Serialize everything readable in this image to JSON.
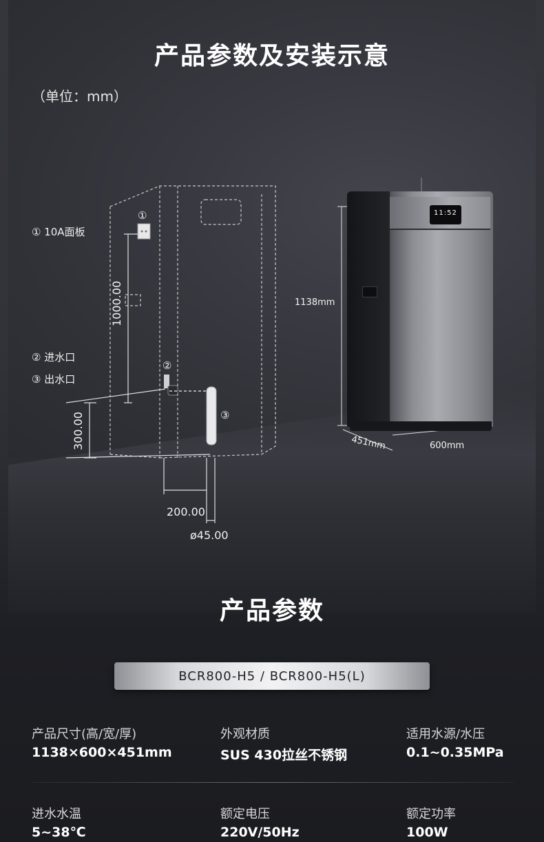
{
  "header": {
    "title": "产品参数及安装示意",
    "unit_note": "（单位：mm）"
  },
  "diagram": {
    "labels": {
      "panel": "① 10A面板",
      "inlet": "② 进水口",
      "outlet": "③ 出水口",
      "marker_1": "①",
      "marker_2": "②",
      "marker_3": "③"
    },
    "dimensions": {
      "height_1000": "1000.00",
      "height_300": "300.00",
      "width_200": "200.00",
      "diameter": "ø45.00"
    }
  },
  "product": {
    "display_text": "11:52",
    "height_label": "1138mm",
    "depth_label": "451mm",
    "width_label": "600mm"
  },
  "specs_section": {
    "title": "产品参数",
    "model": "BCR800-H5 / BCR800-H5(L)",
    "items": [
      {
        "key": "产品尺寸(高/宽/厚)",
        "value": "1138×600×451mm"
      },
      {
        "key": "外观材质",
        "value": "SUS 430拉丝不锈钢"
      },
      {
        "key": "适用水源/水压",
        "value": "0.1~0.35MPa"
      },
      {
        "key": "进水水温",
        "value": "5~38℃"
      },
      {
        "key": "额定电压",
        "value": "220V/50Hz"
      },
      {
        "key": "额定功率",
        "value": "100W"
      }
    ]
  }
}
